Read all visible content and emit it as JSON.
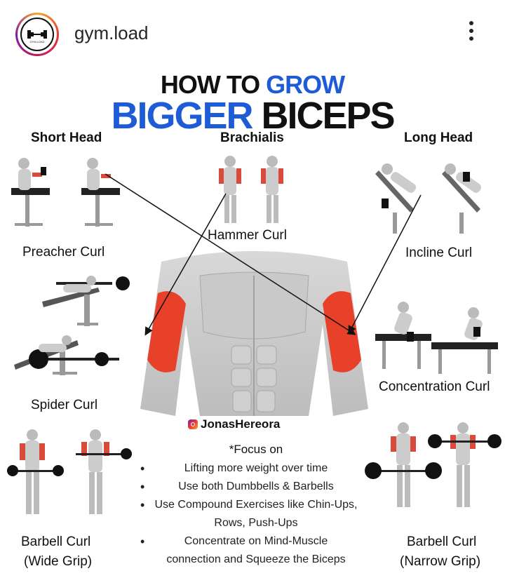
{
  "header": {
    "username": "gym.load",
    "avatar_text": "GYM.LOAD",
    "more_icon": "more-vertical-icon"
  },
  "poster": {
    "title_line1_black": "HOW TO ",
    "title_line1_blue": "GROW",
    "title_line2_blue": "BIGGER",
    "title_line2_black": " BICEPS",
    "colors": {
      "blue": "#1e5bd6",
      "muscle": "#e8412a"
    },
    "sections": {
      "short_head": "Short Head",
      "brachialis": "Brachialis",
      "long_head": "Long Head"
    },
    "exercises": {
      "preacher": "Preacher Curl",
      "hammer": "Hammer Curl",
      "incline": "Incline Curl",
      "spider": "Spider Curl",
      "concentration": "Concentration Curl",
      "barbell_wide_1": "Barbell Curl",
      "barbell_wide_2": "(Wide Grip)",
      "barbell_narrow_1": "Barbell Curl",
      "barbell_narrow_2": "(Narrow Grip)"
    },
    "credit": "JonasHereora",
    "focus": {
      "title": "*Focus on",
      "items": [
        "Lifting more weight over time",
        "Use both Dumbbells & Barbells",
        "Use Compound Exercises like Chin-Ups,",
        "Rows, Push-Ups",
        "Concentrate on Mind-Muscle",
        "connection and Squeeze the Biceps"
      ]
    }
  }
}
